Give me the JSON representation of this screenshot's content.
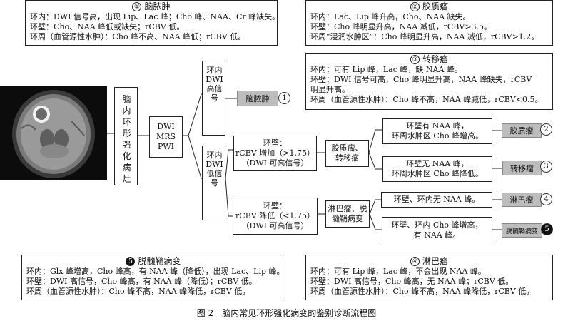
{
  "boxes": {
    "brain_abscess": {
      "title_num": "①",
      "title": "脑脓肿",
      "lines": [
        "环内：DWI 信号高，出现 Lip、Lac 峰；Cho 峰、NAA、Cr 峰缺失。",
        "环壁：Cho、NAA 峰低或缺失；rCBV 低。",
        "环周（血管源性水肿）：Cho 峰不高、NAA 峰低；rCBV 低。"
      ]
    },
    "glioma": {
      "title_num": "②",
      "title": "胶质瘤",
      "lines": [
        "环内：Lac、Lip 峰升高，Cho、NAA 缺失。",
        "环壁：Cho 峰明显升高，NAA 减低，rCBV>3.5。",
        "环周“浸润水肿区”：Cho 峰明显升高，NAA 减低，rCBV>1.2。"
      ]
    },
    "metastasis": {
      "title_num": "③",
      "title": "转移瘤",
      "lines": [
        "环内：可有 Lip 峰，Lac 峰，缺 NAA 峰。",
        "环壁：DWI 信号可高，Cho 峰明显升高，NAA 峰缺失，rCBV",
        "明显升高。",
        "环周（血管源性水肿）：Cho 峰不高，NAA 峰减低，rCBV<0.5。"
      ]
    },
    "demyelination": {
      "title_num": "5",
      "title": "脱髓鞘病变",
      "lines": [
        "环内：Glx 峰增高，Cho 峰高，有 NAA 峰（降低），出现 Lac、Lip 峰。",
        "环壁：DWI 高信号，Cho 峰高，有 NAA 峰（降低）；rCBV 低。",
        "环周（血管源性水肿）：Cho 峰不高，NAA 峰降低，rCBV 低。"
      ]
    },
    "lymphoma": {
      "title_num": "④",
      "title": "淋巴瘤",
      "lines": [
        "环内：可有 Lip 峰，Lac 峰，不会出现 NAA 峰。",
        "环壁：DWI 高信号，Cho 峰高，无 NAA 峰；rCBV 低。",
        "环周（血管源性水肿）：Cho 峰不高，NAA 峰降低，rCBV 低。"
      ]
    }
  },
  "flow": {
    "root": "脑内环形强化病灶",
    "method": [
      "DWI",
      "MRS",
      "PWI"
    ],
    "dwi_high": "环内 DWI 高信号",
    "dwi_low": "环内 DWI 低信号",
    "abscess_tag": "脑脓肿",
    "abscess_num": "1",
    "wall_high": [
      "环壁：",
      "rCBV 增加（>1.75）",
      "（DWI 可高信号）"
    ],
    "wall_low": [
      "环壁：",
      "rCBV 降低（<1.75）",
      "（DWI 可高信号）"
    ],
    "glioma_meta": [
      "胶质瘤、",
      "转移瘤"
    ],
    "lymph_demy": [
      "淋巴瘤、脱",
      "髓鞘病变"
    ],
    "glioma_cond": [
      "环壁有 NAA 峰，",
      "环周水肿区 Cho 峰增高。"
    ],
    "meta_cond": [
      "环壁无 NAA 峰，",
      "环周水肿区 Cho 峰降低。"
    ],
    "lymph_cond": "环壁、环内无 NAA 峰。",
    "demy_cond": [
      "环壁、环内 Cho 峰增高，",
      "有 NAA 峰。"
    ],
    "glioma_tag": "胶质瘤",
    "glioma_num": "2",
    "meta_tag": "转移瘤",
    "meta_num": "3",
    "lymph_tag": "淋巴瘤",
    "lymph_num": "4",
    "demy_tag": "脱髓鞘病变",
    "demy_num": "5"
  },
  "caption": "图 2　脑内常见环形强化病变的鉴别诊断流程图"
}
